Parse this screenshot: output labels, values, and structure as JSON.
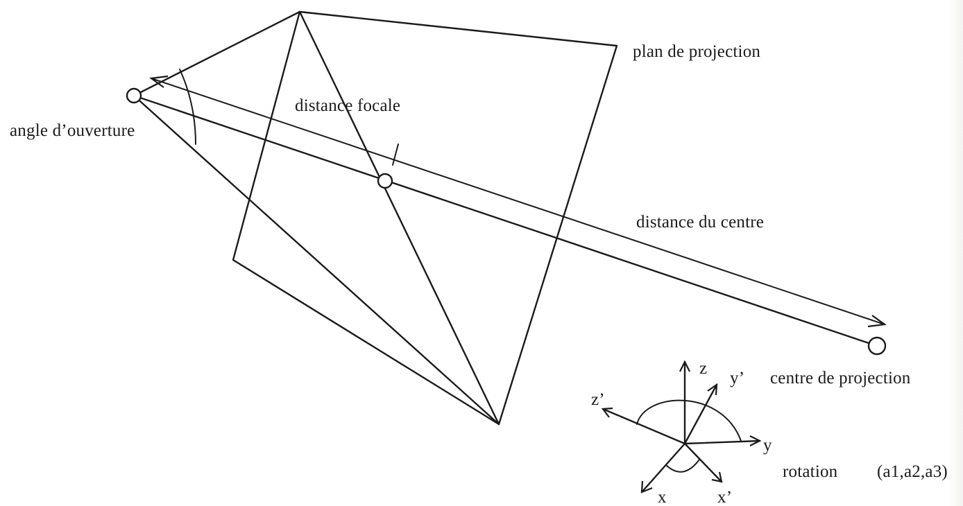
{
  "diagram": {
    "labels": {
      "plane": "plan de projection",
      "focal_distance": "distance focale",
      "aperture_angle": "angle d’ouverture",
      "center_distance": "distance du centre",
      "projection_center": "centre de projection",
      "rotation": "rotation",
      "rotation_params": "(a1,a2,a3)"
    },
    "axes": {
      "z": "z",
      "z_prime": "z’",
      "y": "y",
      "y_prime": "y’",
      "x": "x",
      "x_prime": "x’"
    },
    "colors": {
      "ink": "#1a1a1a",
      "paper": "#ffffff"
    }
  }
}
